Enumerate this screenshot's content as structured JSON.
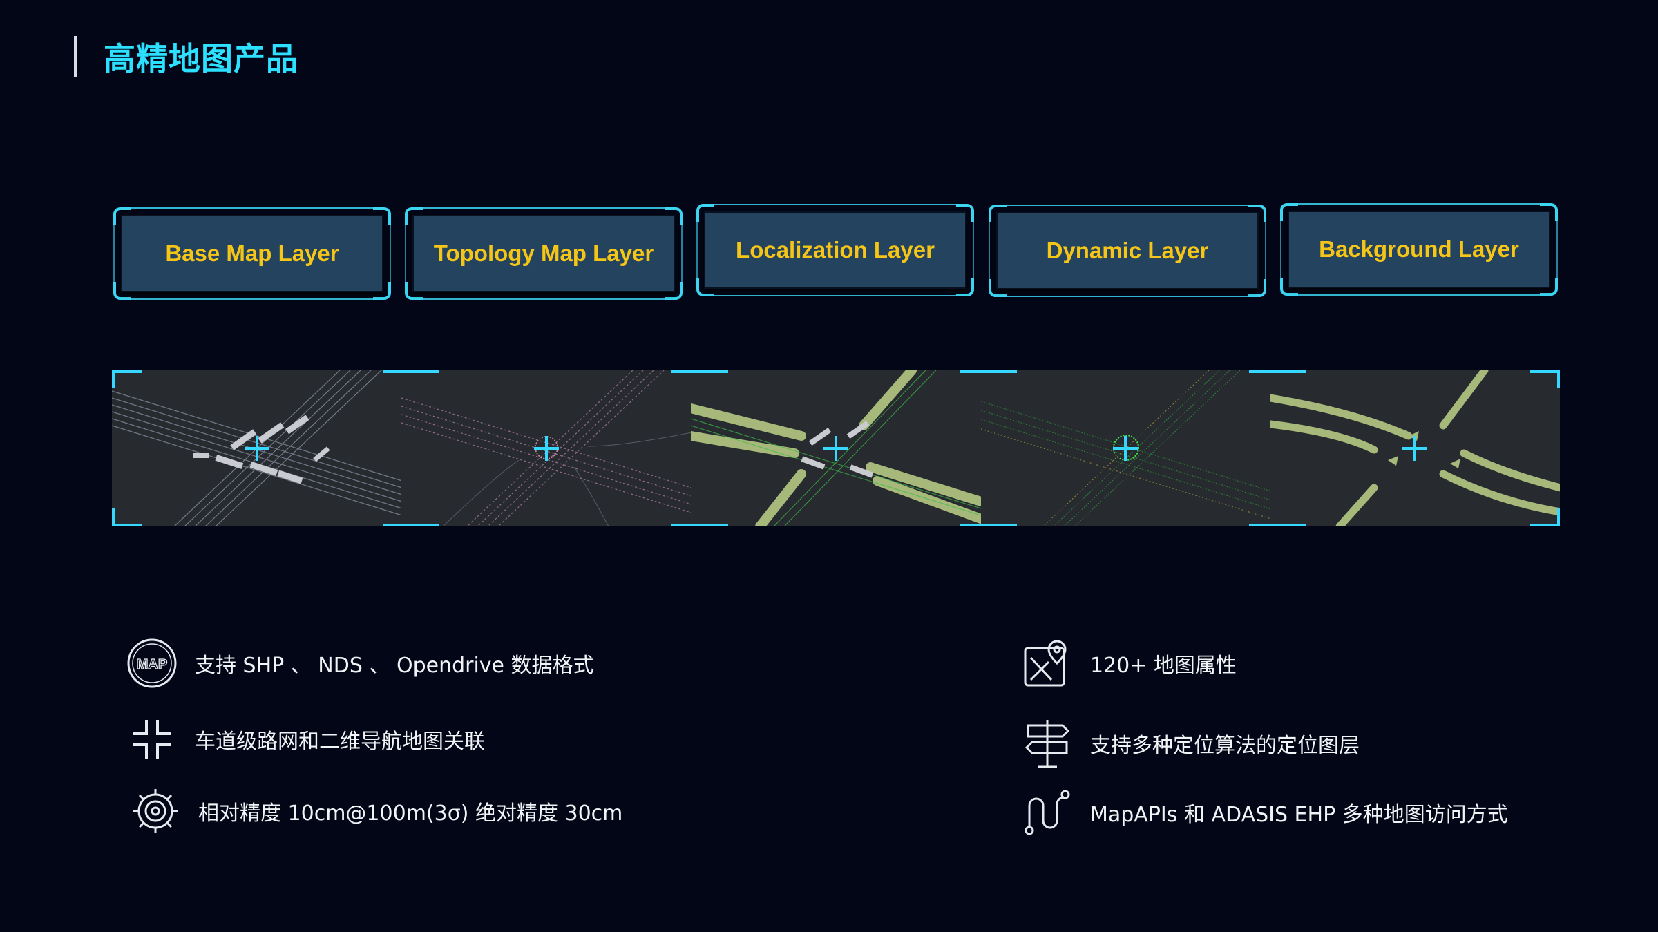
{
  "page": {
    "title": "高精地图产品"
  },
  "layers": [
    {
      "label": "Base Map Layer"
    },
    {
      "label": "Topology Map Layer"
    },
    {
      "label": "Localization Layer"
    },
    {
      "label": "Dynamic Layer"
    },
    {
      "label": "Background Layer"
    }
  ],
  "features": {
    "left": [
      {
        "icon": "map-badge-icon",
        "text": "支持 SHP 、 NDS 、 Opendrive 数据格式"
      },
      {
        "icon": "lane-network-icon",
        "text": "车道级路网和二维导航地图关联"
      },
      {
        "icon": "precision-gear-icon",
        "text": "相对精度 10cm@100m(3σ)   绝对精度 30cm"
      }
    ],
    "right": [
      {
        "icon": "map-pin-icon",
        "text": "120+ 地图属性"
      },
      {
        "icon": "signpost-icon",
        "text": "支持多种定位算法的定位图层"
      },
      {
        "icon": "route-icon",
        "text": "MapAPIs 和 ADASIS EHP 多种地图访问方式"
      }
    ]
  },
  "colors": {
    "background": "#030616",
    "title": "#2de0ff",
    "accent": "#37d8ff",
    "layer_box": "#24435e",
    "layer_text": "#f5c518",
    "panel_bg": "#272a2f",
    "road_light": "#9cb16f"
  }
}
